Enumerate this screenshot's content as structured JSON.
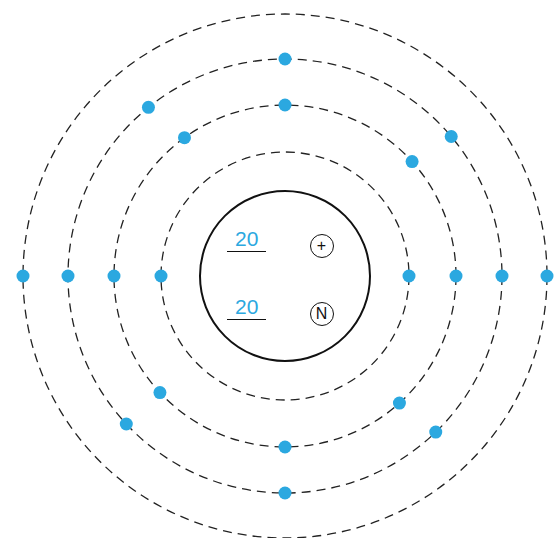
{
  "diagram": {
    "nodes": [
      {
        "text": [
          "20",
          "20"
        ]
      },
      {
        "text": [
          "+"
        ],
        "in": 0
      },
      {
        "text": [
          "N"
        ],
        "in": 0
      }
    ]
  }
}
